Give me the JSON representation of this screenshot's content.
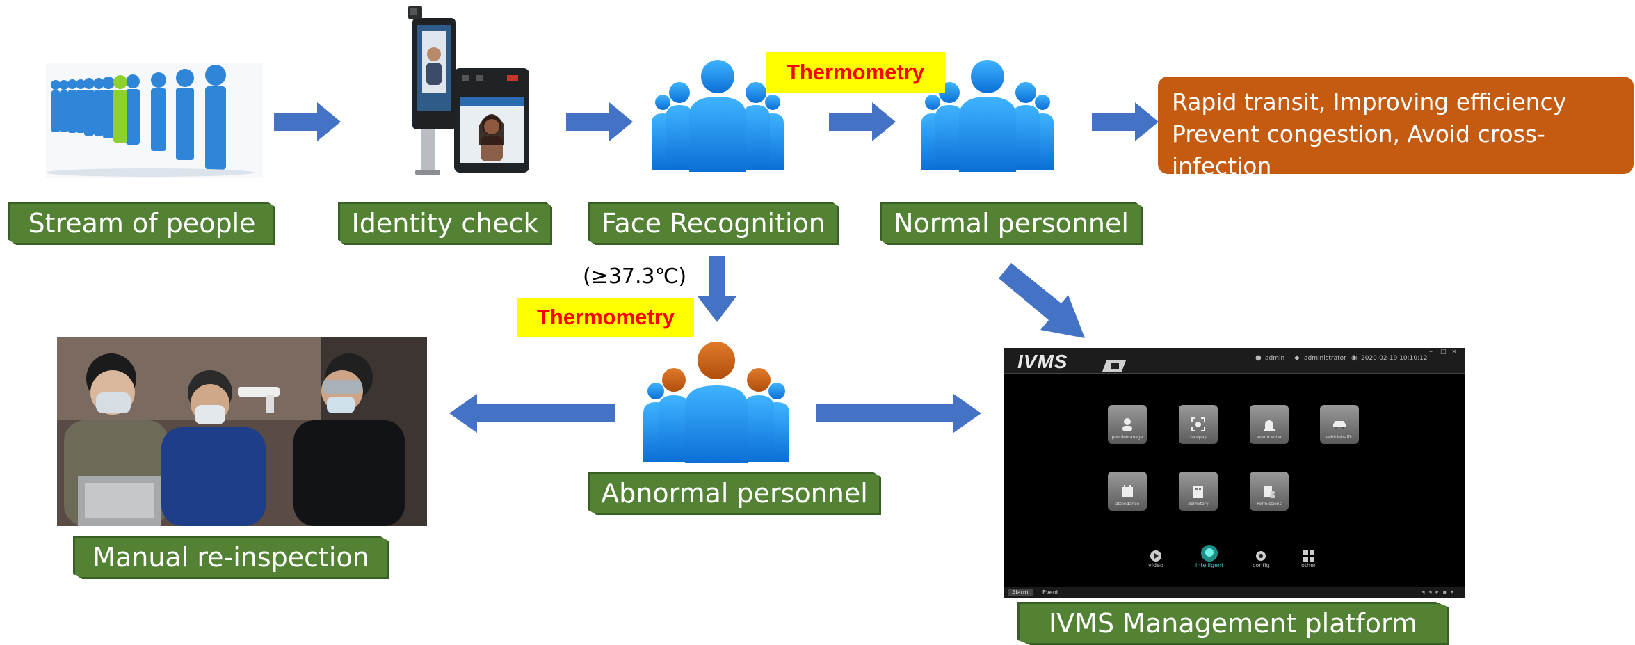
{
  "labels": {
    "stream": "Stream of people",
    "identity": "Identity check",
    "face": "Face Recognition",
    "normal": "Normal personnel",
    "abnormal": "Abnormal personnel",
    "manual": "Manual re-inspection",
    "ivms_platform": "IVMS Management platform"
  },
  "thermometry_top": "Thermometry",
  "thermometry_mid": "Thermometry",
  "temperature": "(≥37.3℃)",
  "result_box": {
    "line1": "Rapid transit, Improving efficiency",
    "line2": "Prevent congestion, Avoid cross-infection"
  },
  "ivms": {
    "logo": "IVMS",
    "user": "admin",
    "role": "administrator",
    "datetime": "2020-02-19 10:10:12",
    "tiles": [
      "peoplemanage",
      "facepay",
      "eventcenter",
      "vehicletraffic",
      "attendance",
      "dormitory",
      "Permissions"
    ],
    "nav": [
      "video",
      "intelligent",
      "config",
      "other"
    ],
    "bottom_tabs": [
      "Alarm",
      "Event"
    ]
  },
  "colors": {
    "arrow": "#4472c4",
    "label_bg": "#548235",
    "people_blue": "#1a8be0",
    "people_orange": "#c55a11",
    "result_bg": "#c55a11",
    "thermo_bg": "#ffff00",
    "thermo_text": "#ff0000"
  }
}
